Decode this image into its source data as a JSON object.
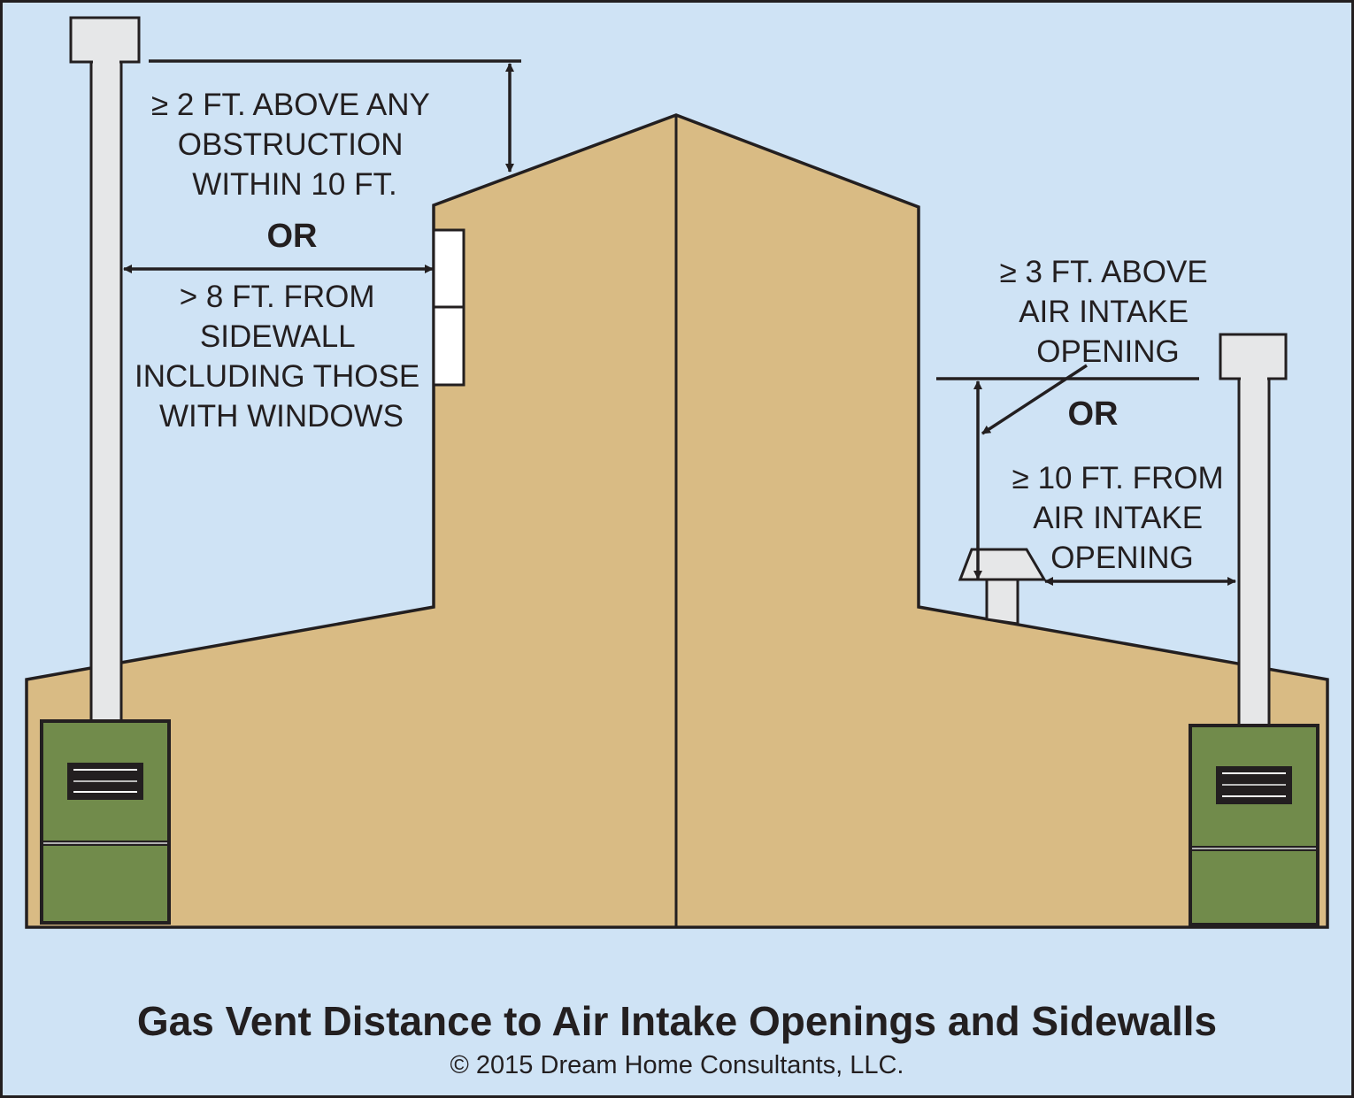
{
  "title": "Gas Vent Distance to Air Intake Openings and Sidewalls",
  "copyright": "© 2015 Dream Home Consultants, LLC.",
  "left_rule": {
    "option_a": [
      "≥ 2 FT. ABOVE ANY",
      "OBSTRUCTION",
      "WITHIN 10 FT."
    ],
    "or_label": "OR",
    "option_b": [
      "> 8 FT. FROM",
      "SIDEWALL",
      "INCLUDING THOSE",
      "WITH WINDOWS"
    ]
  },
  "right_rule": {
    "option_a": [
      "≥ 3 FT. ABOVE",
      "AIR INTAKE",
      "OPENING"
    ],
    "or_label": "OR",
    "option_b": [
      "≥ 10 FT. FROM",
      "AIR INTAKE",
      "OPENING"
    ]
  },
  "colors": {
    "sky": "#cfe3f5",
    "house": "#d9bb84",
    "furnace": "#718b4b",
    "vent": "#e6e7e8",
    "ink": "#231f20"
  }
}
